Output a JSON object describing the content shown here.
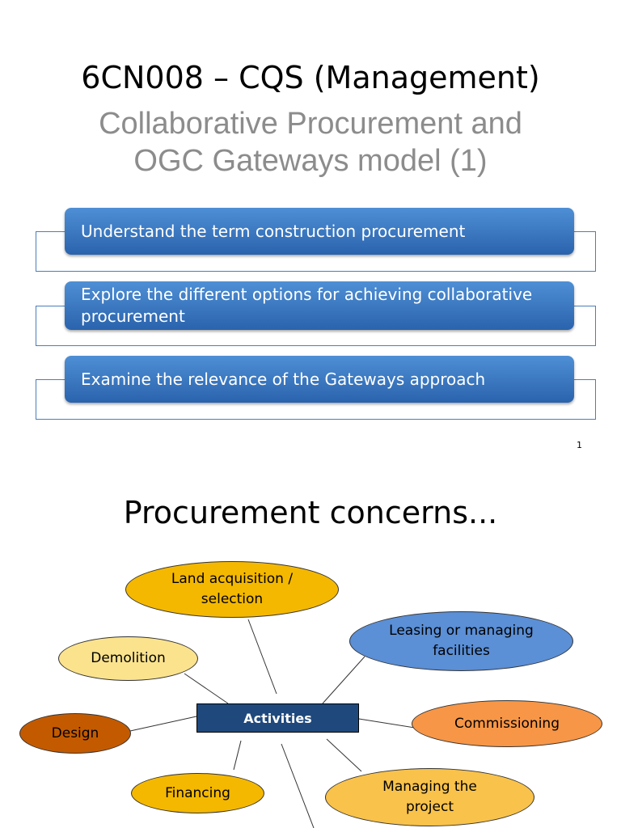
{
  "slide1": {
    "title": "6CN008 – CQS (Management)",
    "subtitle_line1": "Collaborative Procurement and",
    "subtitle_line2": "OGC Gateways model (1)",
    "objectives": [
      "Understand the term construction procurement",
      "Explore the different options for achieving collaborative procurement",
      "Examine the relevance of the Gateways approach"
    ],
    "page_number": "1",
    "colors": {
      "pill": "#2e6db8",
      "outline": "#4a7ebb",
      "subtitle": "#8c8c8c"
    }
  },
  "slide2": {
    "title": "Procurement concerns...",
    "center_label": "Activities",
    "nodes": {
      "land": [
        "Land acquisition /",
        "selection"
      ],
      "leasing": [
        "Leasing or managing",
        "facilities"
      ],
      "demolition": "Demolition",
      "design": "Design",
      "commissioning": "Commissioning",
      "financing": "Financing",
      "managing": [
        "Managing the",
        "project"
      ]
    },
    "colors": {
      "center": "#1f497d",
      "land": "#f5b800",
      "leasing": "#5b8fd6",
      "demolition": "#fbe38e",
      "design": "#c45a00",
      "commissioning": "#f79646",
      "financing": "#f5b800",
      "managing": "#f9c24a"
    }
  }
}
